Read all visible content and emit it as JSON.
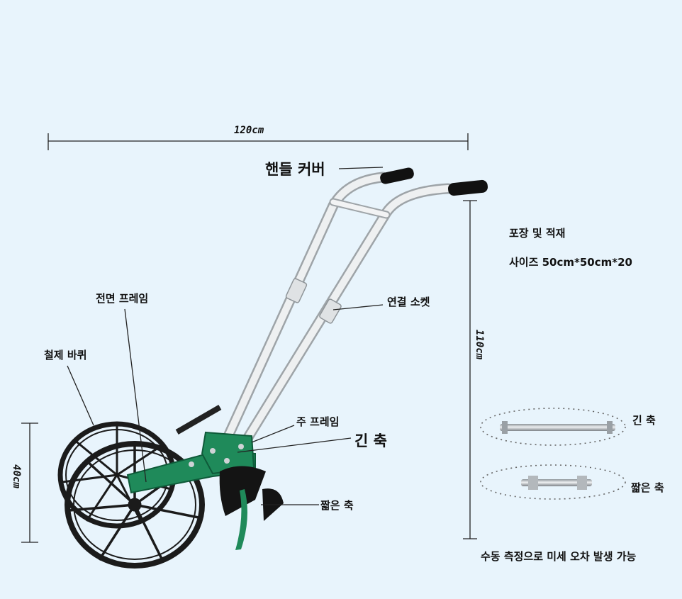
{
  "dimensions": {
    "width": "120cm",
    "height": "110cm",
    "wheel": "40cm"
  },
  "labels": {
    "handle_cover": "핸들 커버",
    "connector_socket": "연결 소켓",
    "front_frame": "전면 프레임",
    "steel_wheel": "철제 바퀴",
    "main_frame": "주 프레임",
    "long_shaft": "긴 축",
    "short_shaft": "짧은 축"
  },
  "packaging": {
    "title": "포장 및 적재",
    "size": "사이즈 50cm*50cm*20"
  },
  "parts": {
    "long_shaft": "긴 축",
    "short_shaft": "짧은 축"
  },
  "note": "수동 측정으로 미세 오차 발생 가능",
  "colors": {
    "background": "#e8f4fc",
    "frame_green": "#1f8a5a",
    "handle_white": "#eceeef",
    "wheel_black": "#1b1b1b",
    "grip": "#111111"
  }
}
